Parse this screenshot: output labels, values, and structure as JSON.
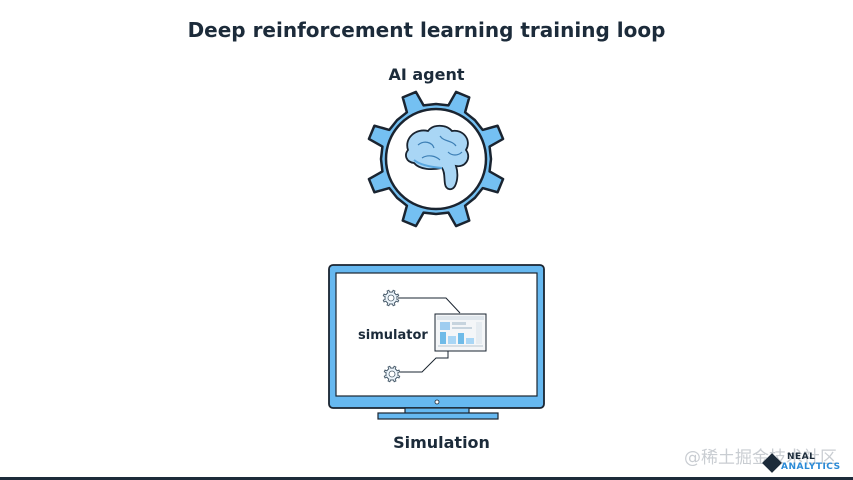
{
  "title": "Deep reinforcement learning training loop",
  "agent": {
    "label": "AI agent",
    "icon": "brain-gear-icon"
  },
  "simulation": {
    "label": "Simulation",
    "inner_label": "simulator",
    "icon": "monitor-icon"
  },
  "watermark": "@稀土掘金技术社区",
  "logo": {
    "line1": "NEAL",
    "line2": "ANALYTICS"
  },
  "colors": {
    "gear_fill": "#74c0f2",
    "gear_stroke": "#1a2430",
    "monitor_fill": "#66b8f0",
    "text": "#1c2b3a"
  }
}
